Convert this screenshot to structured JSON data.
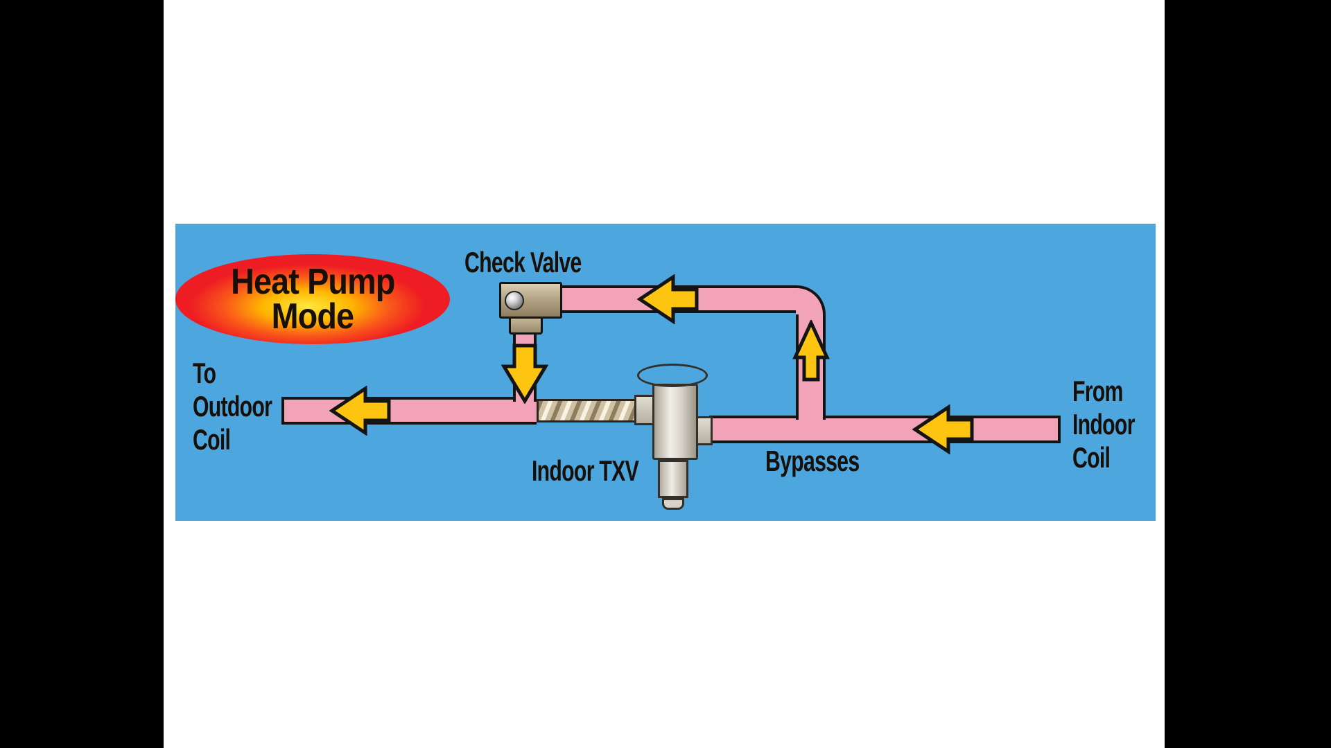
{
  "colors": {
    "screen-black": "#000000",
    "page-white": "#ffffff",
    "panel-blue": "#4ea6de",
    "pipe-pink": "#f2a3b8",
    "arrow-yellow": "#fdc511",
    "outline-black": "#141414",
    "badge-red": "#ee1c23",
    "badge-glow": "#ffe93d",
    "text-dark": "#17100a"
  },
  "badge": {
    "line1": "Heat Pump",
    "line2": "Mode"
  },
  "labels": {
    "check_valve": "Check Valve",
    "indoor_txv": "Indoor TXV",
    "bypasses": "Bypasses",
    "to_outdoor_coil": [
      "To",
      "Outdoor",
      "Coil"
    ],
    "from_indoor_coil": [
      "From",
      "Indoor",
      "Coil"
    ]
  }
}
